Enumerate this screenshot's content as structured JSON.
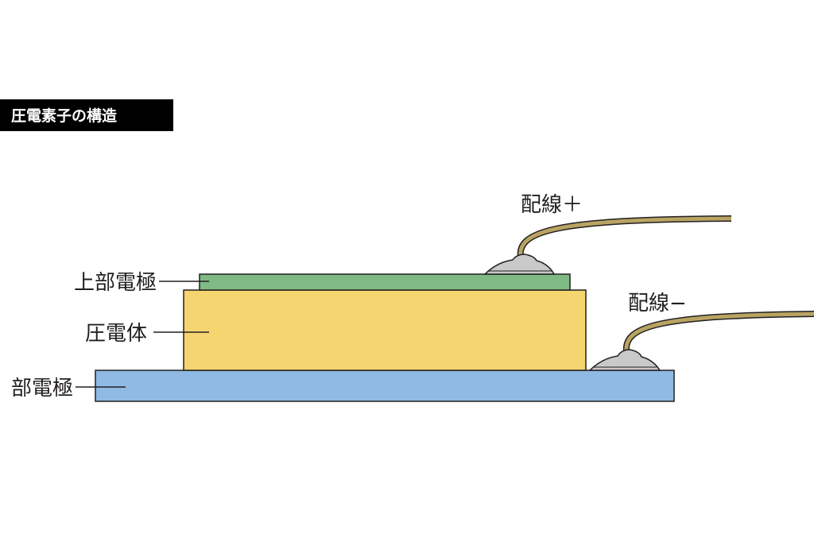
{
  "title": "圧電素子の構造",
  "labels": {
    "top_electrode": "上部電極",
    "piezo_body": "圧電体",
    "bottom_electrode": "部電極",
    "wire_plus": "配線＋",
    "wire_minus": "配線−"
  },
  "colors": {
    "top_electrode": "#7fba84",
    "piezo_body": "#f5d56f",
    "bottom_electrode": "#8fbae4",
    "wire": "#b8a462",
    "solder": "#c9c9c9"
  }
}
